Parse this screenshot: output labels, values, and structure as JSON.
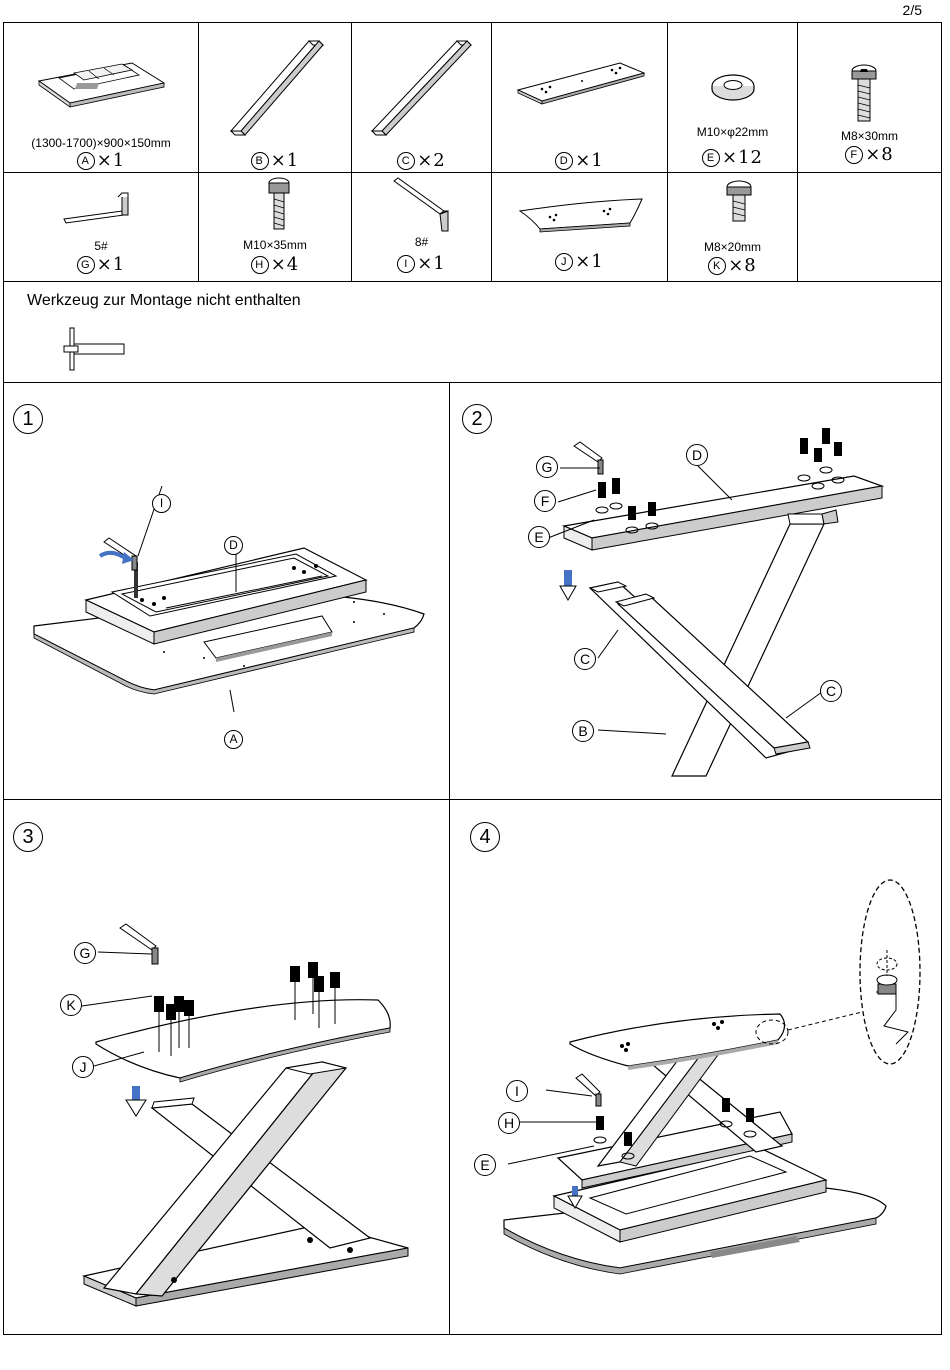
{
  "page_number": "2/5",
  "parts": [
    {
      "letter": "A",
      "spec": "(1300-1700)×900×150mm",
      "qty": "×1"
    },
    {
      "letter": "B",
      "spec": "",
      "qty": "×1"
    },
    {
      "letter": "C",
      "spec": "",
      "qty": "×2"
    },
    {
      "letter": "D",
      "spec": "",
      "qty": "×1"
    },
    {
      "letter": "E",
      "spec": "M10×φ22mm",
      "qty": "×12"
    },
    {
      "letter": "F",
      "spec": "M8×30mm",
      "qty": "×8"
    },
    {
      "letter": "G",
      "spec": "5#",
      "qty": "×1"
    },
    {
      "letter": "H",
      "spec": "M10×35mm",
      "qty": "×4"
    },
    {
      "letter": "I",
      "spec": "8#",
      "qty": "×1"
    },
    {
      "letter": "J",
      "spec": "",
      "qty": "×1"
    },
    {
      "letter": "K",
      "spec": "M8×20mm",
      "qty": "×8"
    }
  ],
  "tools": {
    "title": "Werkzeug zur Montage nicht enthalten"
  },
  "steps": [
    {
      "number": "1",
      "labels": [
        "I",
        "D",
        "A"
      ]
    },
    {
      "number": "2",
      "labels": [
        "G",
        "D",
        "F",
        "E",
        "C",
        "B",
        "C"
      ]
    },
    {
      "number": "3",
      "labels": [
        "G",
        "K",
        "J"
      ]
    },
    {
      "number": "4",
      "labels": [
        "I",
        "H",
        "E"
      ]
    }
  ]
}
